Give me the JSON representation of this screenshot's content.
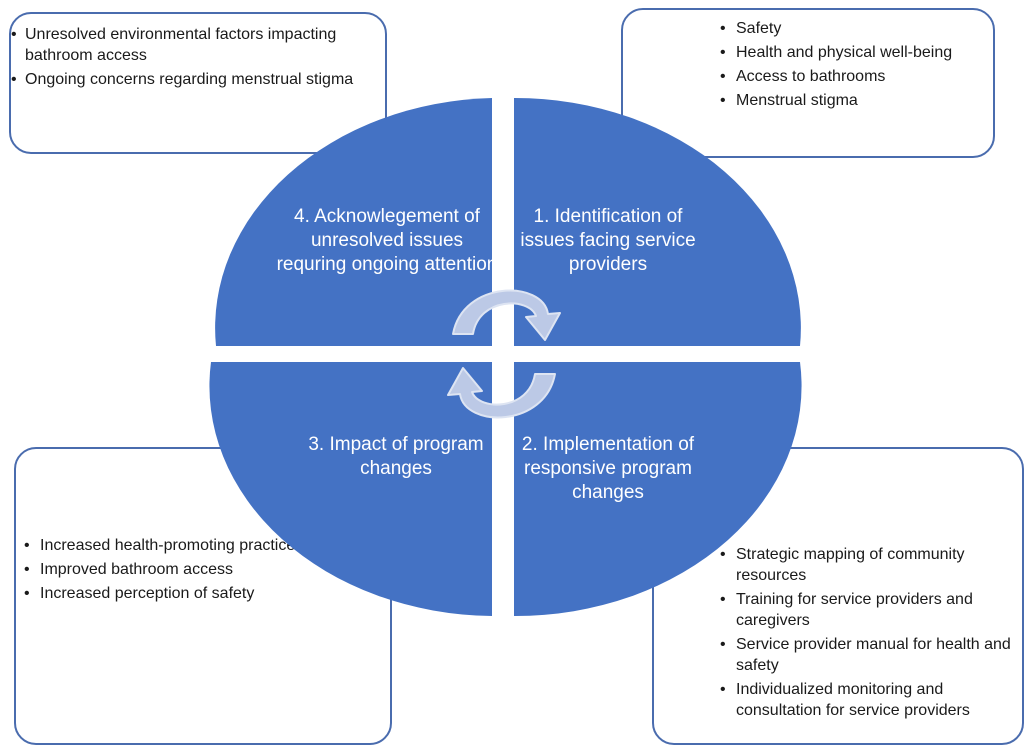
{
  "quadrants": {
    "q1": "1. Identification of issues facing service providers",
    "q2": "2. Implementation of responsive program changes",
    "q3": "3. Impact of program changes",
    "q4": "4. Acknowlegement of unresolved issues requring ongoing attention"
  },
  "boxes": {
    "top_left": [
      "Unresolved environmental factors impacting bathroom access",
      "Ongoing concerns regarding menstrual stigma"
    ],
    "top_right": [
      "Safety",
      "Health and physical well-being",
      "Access to bathrooms",
      "Menstrual stigma"
    ],
    "bottom_left": [
      "Increased health-promoting practices",
      "Improved bathroom access",
      "Increased perception of safety"
    ],
    "bottom_right": [
      "Strategic mapping of community resources",
      "Training for service providers and caregivers",
      "Service provider manual for health and safety",
      "Individualized monitoring and consultation for service providers"
    ]
  },
  "colors": {
    "quadrant_fill": "#4472c4",
    "box_border": "#4a6cae",
    "arrow_fill": "#bcc9e6",
    "arrow_stroke": "#dde4f2"
  }
}
